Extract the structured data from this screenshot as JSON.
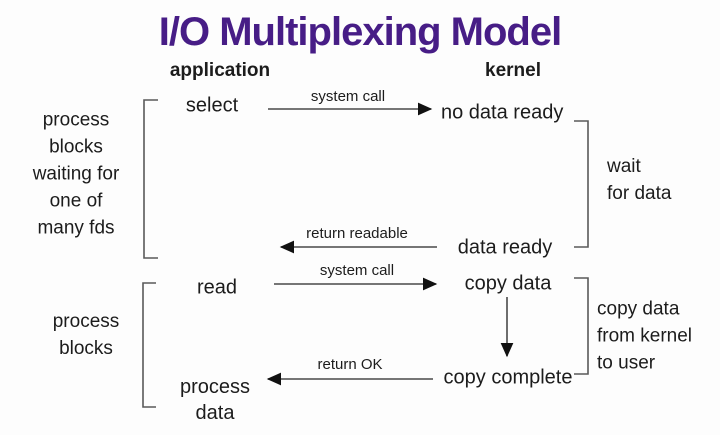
{
  "title": "I/O Multiplexing Model",
  "colors": {
    "title_purple": "#471d86",
    "text": "#1c1c1c",
    "arrow_line": "#4a4a4a",
    "arrow_head": "#111111",
    "bracket": "#5a5a5a",
    "background": "#fdfdfd"
  },
  "columns": {
    "application": "application",
    "kernel": "kernel"
  },
  "flow": {
    "select": "select",
    "no_data_ready": "no data ready",
    "data_ready": "data ready",
    "read": "read",
    "copy_data": "copy data",
    "copy_complete": "copy complete",
    "process_data": "process\ndata"
  },
  "arrows": {
    "system_call_top": "system call",
    "return_readable": "return readable",
    "system_call_bottom": "system call",
    "return_ok": "return OK"
  },
  "annotations": {
    "blocks_waiting": "process\nblocks\nwaiting for\none of\nmany fds",
    "wait_for_data": "wait\nfor data",
    "process_blocks": "process\nblocks",
    "copy_kernel_user": "copy data\nfrom kernel\nto user"
  }
}
